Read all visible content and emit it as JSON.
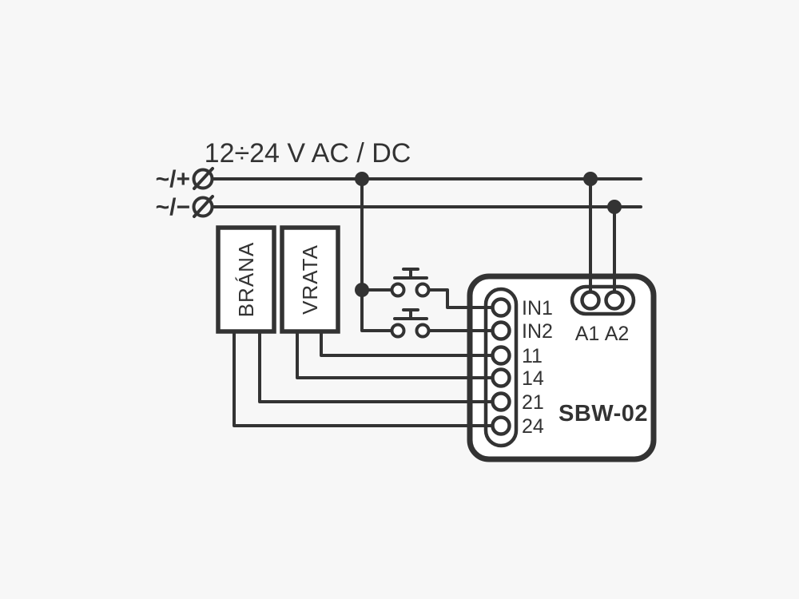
{
  "diagram": {
    "title": "12÷24 V AC / DC",
    "power": {
      "positive_label": "~/+",
      "negative_label": "~/−"
    },
    "inputs": [
      {
        "label": "BRÁNA"
      },
      {
        "label": "VRATA"
      }
    ],
    "module": {
      "name": "SBW-02",
      "left_terminals": [
        "IN1",
        "IN2",
        "11",
        "14",
        "21",
        "24"
      ],
      "supply_terminals": [
        "A1",
        "A2"
      ]
    },
    "colors": {
      "line": "#333333",
      "background": "#f7f7f7",
      "panel_fill": "#ffffff"
    }
  }
}
